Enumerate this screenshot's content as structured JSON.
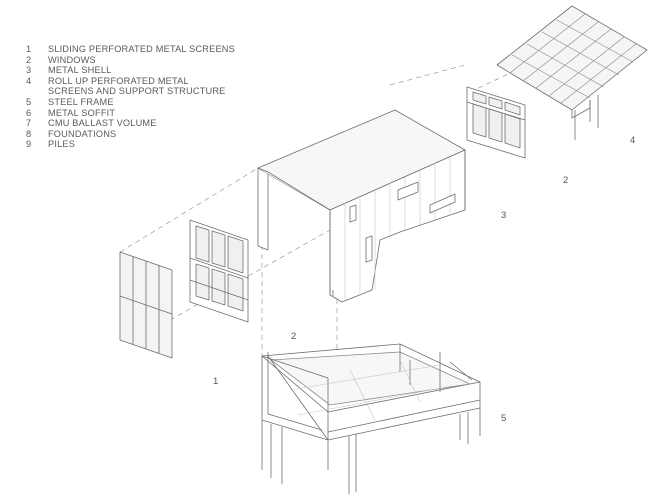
{
  "legend": [
    {
      "num": "1",
      "lines": [
        "SLIDING PERFORATED METAL SCREENS"
      ]
    },
    {
      "num": "2",
      "lines": [
        "WINDOWS"
      ]
    },
    {
      "num": "3",
      "lines": [
        "METAL SHELL"
      ]
    },
    {
      "num": "4",
      "lines": [
        "ROLL UP PERFORATED METAL",
        "SCREENS AND SUPPORT STRUCTURE"
      ]
    },
    {
      "num": "5",
      "lines": [
        "STEEL FRAME"
      ]
    },
    {
      "num": "6",
      "lines": [
        "METAL SOFFIT"
      ]
    },
    {
      "num": "7",
      "lines": [
        "CMU BALLAST VOLUME"
      ]
    },
    {
      "num": "8",
      "lines": [
        "FOUNDATIONS"
      ]
    },
    {
      "num": "9",
      "lines": [
        "PILES"
      ]
    }
  ],
  "callouts": {
    "c1": "1",
    "c2_lower": "2",
    "c2_upper": "2",
    "c3": "3",
    "c4": "4",
    "c5": "5"
  },
  "colors": {
    "line": "#6e6e6e",
    "light": "#b5b5b5",
    "fill": "#f3f3f3"
  }
}
